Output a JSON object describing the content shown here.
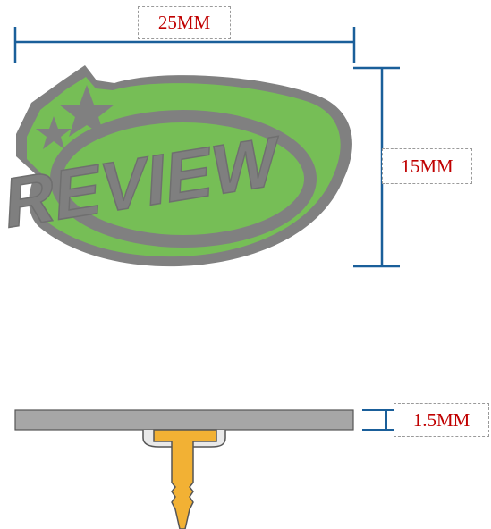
{
  "dimensions": {
    "width": "25MM",
    "height": "15MM",
    "thickness": "1.5MM"
  },
  "badge": {
    "text": "REVIEW",
    "colors": {
      "outline": "#808080",
      "fill": "#76be56",
      "text": "#7f7f7f"
    }
  },
  "colors": {
    "dimension_line": "#1a5f9a",
    "dimension_text": "#c00000",
    "plate": "#a6a6a6",
    "pin": "#f2b134"
  }
}
